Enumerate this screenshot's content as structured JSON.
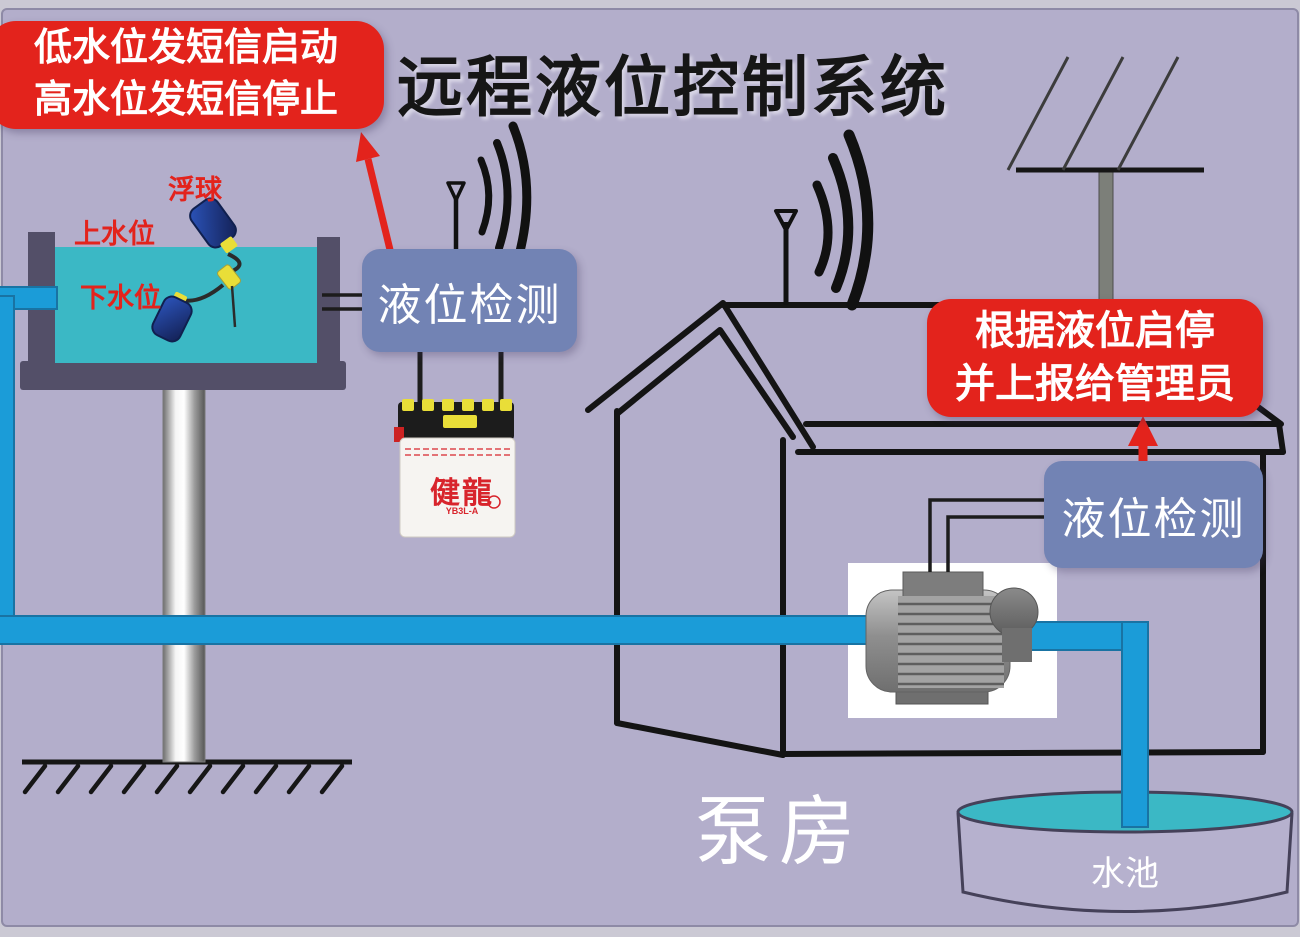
{
  "title": "远程液位控制系统",
  "callouts": {
    "sms": {
      "line1": "低水位发短信启动",
      "line2": "高水位发短信停止"
    },
    "report": {
      "line1": "根据液位启停",
      "line2": "并上报给管理员"
    }
  },
  "detectors": {
    "left_label": "液位检测",
    "right_label": "液位检测"
  },
  "tank": {
    "float_label": "浮球",
    "upper_label": "上水位",
    "lower_label": "下水位"
  },
  "pump_room_label": "泵房",
  "pool_label": "水池",
  "battery": {
    "brand": "健龍",
    "model": "YB3L-A"
  },
  "colors": {
    "bg": "#cbc9d4",
    "panel": "#b3aecb",
    "line": "#8e8aa6",
    "red": "#e3231c",
    "box": "#7283b4",
    "pipe": "#1b9cd8",
    "water": "#3bb8c5",
    "dark": "#534f68",
    "navy": "#1e3f98",
    "yellow": "#e9de38",
    "white": "#ffffff",
    "black": "#161616"
  }
}
